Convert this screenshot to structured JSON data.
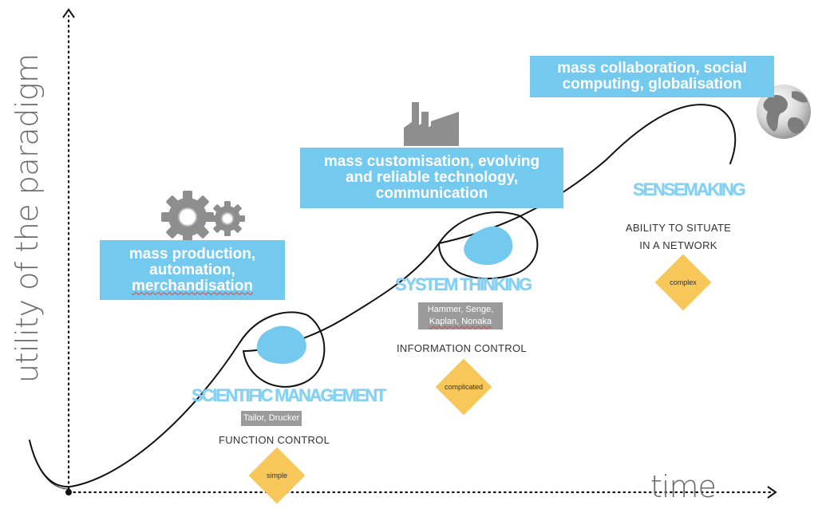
{
  "axes": {
    "y_label": "utility of the paradigm",
    "x_label": "time"
  },
  "colors": {
    "box_blue": "#74c9ee",
    "phase_blue": "#87d0f1",
    "diamond_yellow": "#f7c75a",
    "author_grey": "#9b9b9b",
    "icon_grey": "#8e8e8e"
  },
  "paradigms": [
    {
      "description_lines": [
        "mass production,",
        "automation,",
        "merchandisation"
      ],
      "phase_title": "SCIENTIFIC MANAGEMENT",
      "authors_lines": [
        "Tailor, Drucker"
      ],
      "control": "FUNCTION CONTROL",
      "complexity": "simple",
      "icon": "gears-icon"
    },
    {
      "description_lines": [
        "mass customisation, evolving",
        "and reliable technology,",
        "communication"
      ],
      "phase_title": "SYSTEM THINKING",
      "authors_lines": [
        "Hammer, Senge,",
        "Kaplan, Nonaka"
      ],
      "control": "INFORMATION CONTROL",
      "complexity": "complicated",
      "icon": "factory-icon"
    },
    {
      "description_lines": [
        "mass collaboration, social",
        "computing, globalisation"
      ],
      "phase_title": "SENSEMAKING",
      "control_lines": [
        "ABILITY TO SITUATE",
        "IN A NETWORK"
      ],
      "complexity": "complex",
      "icon": "globe-icon"
    }
  ]
}
